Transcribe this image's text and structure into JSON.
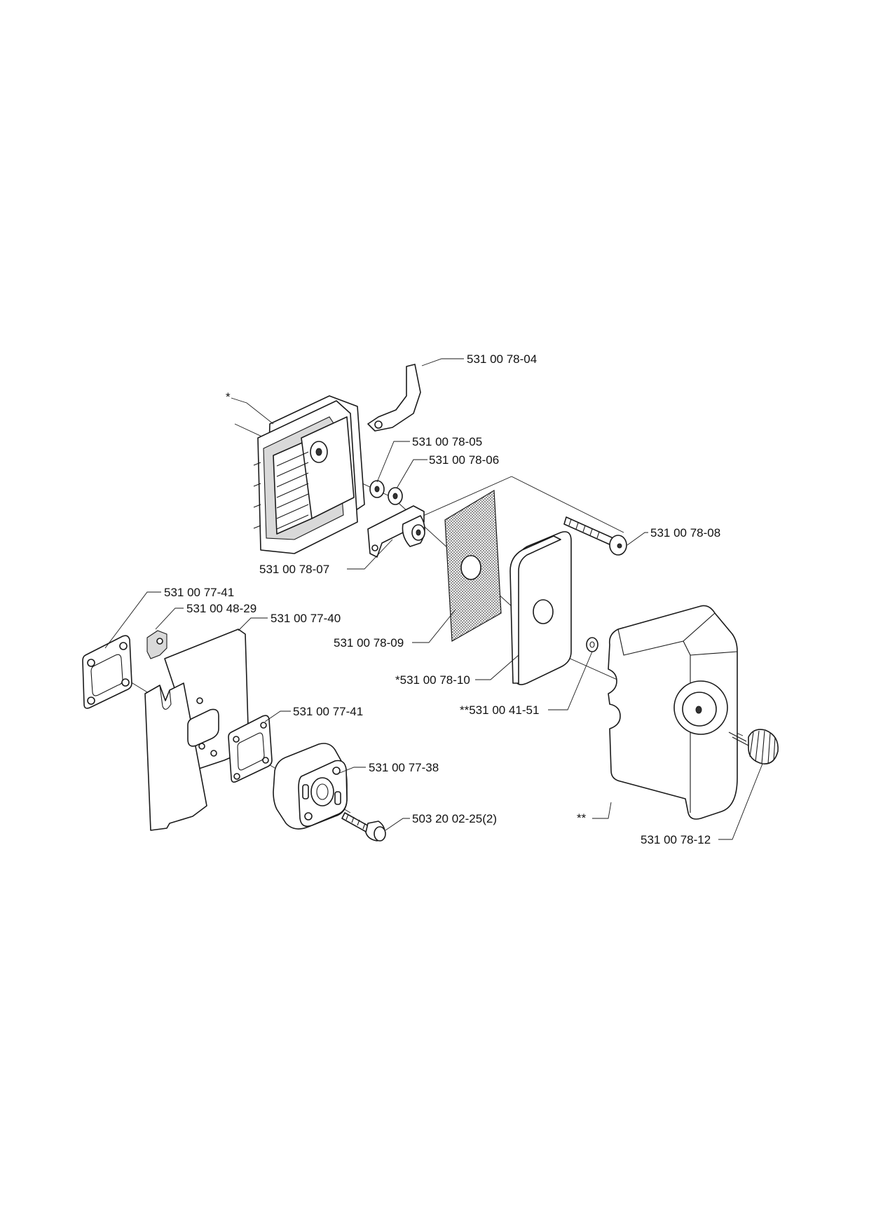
{
  "labels": {
    "star_filter_housing": "*",
    "p_531_00_78_04": "531 00 78-04",
    "p_531_00_78_05": "531 00 78-05",
    "p_531_00_78_06": "531 00 78-06",
    "p_531_00_78_08": "531 00 78-08",
    "p_531_00_78_07": "531 00 78-07",
    "p_531_00_77_41_a": "531 00 77-41",
    "p_531_00_48_29": "531 00 48-29",
    "p_531_00_77_40": "531 00 77-40",
    "p_531_00_78_09": "531 00 78-09",
    "p_531_00_78_10": "*531 00 78-10",
    "p_531_00_41_51": "**531 00 41-51",
    "p_531_00_77_41_b": "531 00 77-41",
    "p_531_00_77_38": "531 00 77-38",
    "p_503_20_02_25": "503 20 02-25(2)",
    "star_star_cover": "**",
    "p_531_00_78_12": "531 00 78-12"
  }
}
